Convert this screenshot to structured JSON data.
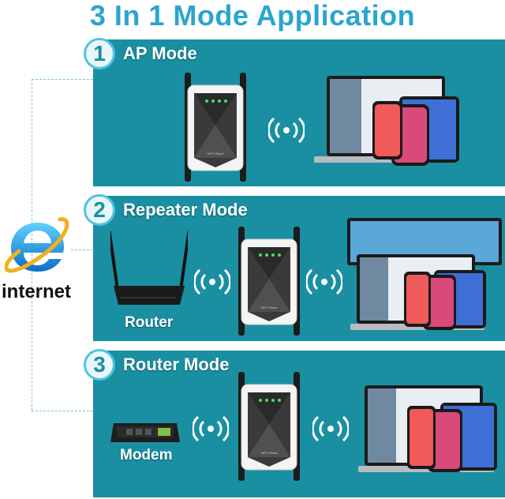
{
  "title": "3 In 1 Mode Application",
  "modes": [
    {
      "number": "1",
      "label": "AP Mode"
    },
    {
      "number": "2",
      "label": "Repeater Mode"
    },
    {
      "number": "3",
      "label": "Router Mode"
    }
  ],
  "internet_label": "internet",
  "router_caption": "Router",
  "modem_caption": "Modem",
  "device_brand": "WPS Reset",
  "colors": {
    "title": "#2aa5d0",
    "panel": "#1a8fa2",
    "badge_ring": "#4fc3e3"
  },
  "icons": [
    "internet-explorer-icon",
    "wifi-signal-icon",
    "extender-device",
    "laptop",
    "tablet",
    "smartphone",
    "router-device",
    "modem-device",
    "monitor"
  ]
}
